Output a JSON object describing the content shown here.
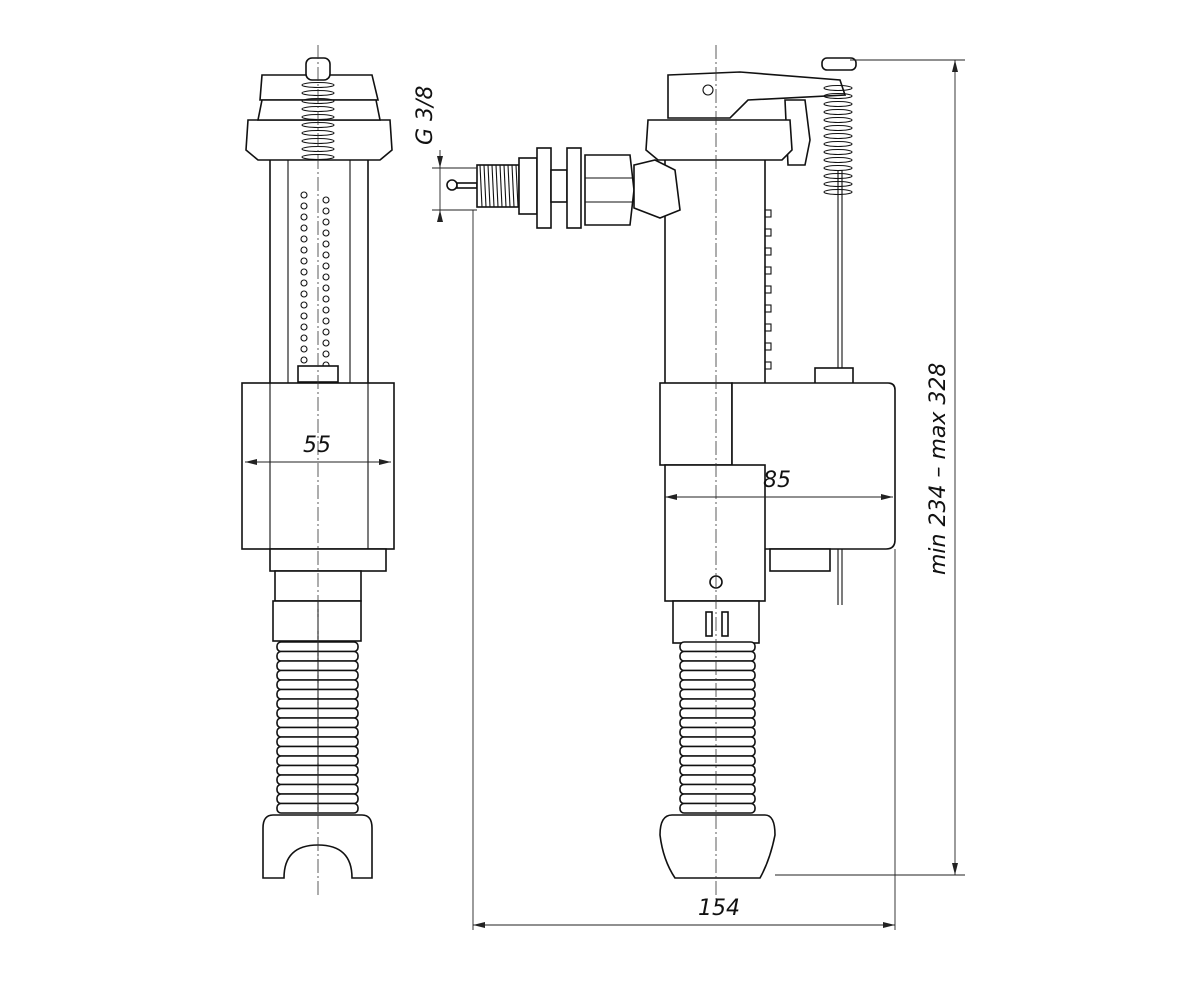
{
  "drawing": {
    "thread_label": "G 3/8",
    "dim_left_width": "55",
    "dim_float_width": "85",
    "dim_total_width": "154",
    "dim_height": "min 234 – max 328"
  },
  "colors": {
    "line": "#111111",
    "background": "#ffffff"
  }
}
